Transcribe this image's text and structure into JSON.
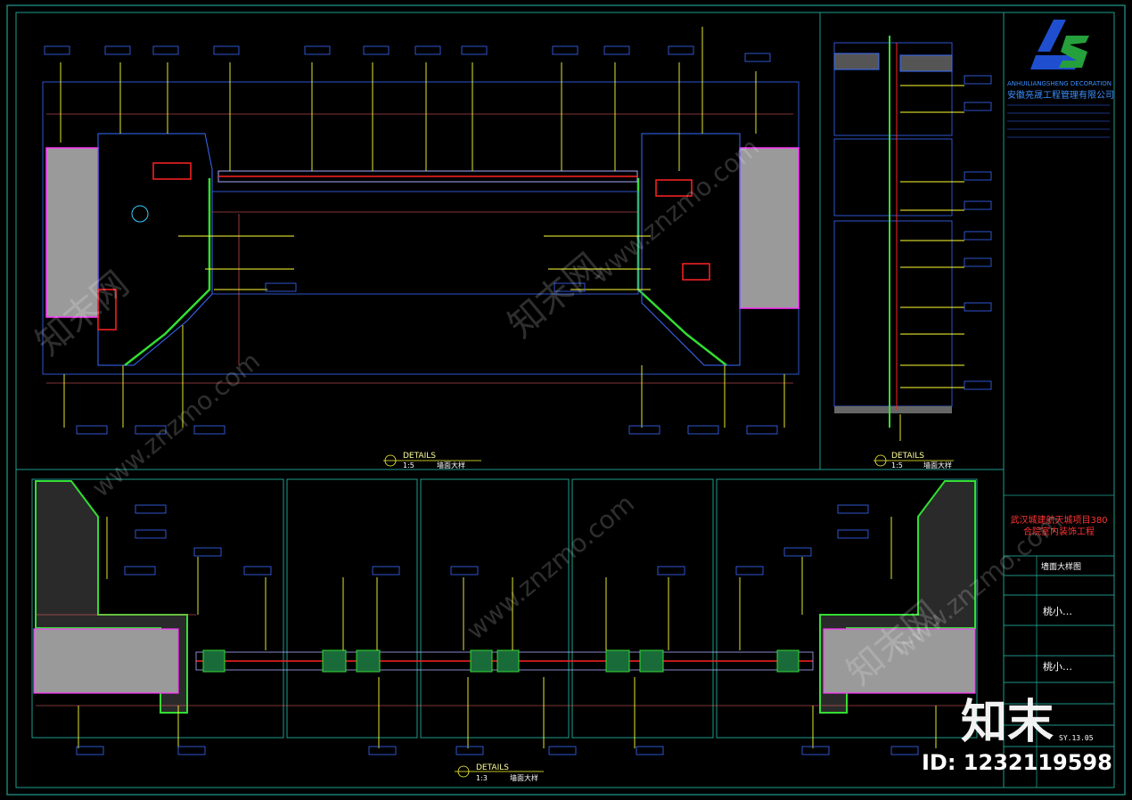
{
  "company": {
    "name_en": "ANHUILIANGSHENG DECORATION",
    "name_cn": "安徽亮晟工程管理有限公司"
  },
  "title_block": {
    "project": "武汉城建航天城项目380合院室内装饰工程",
    "drawing_name": "墙面大样图",
    "drawing_no": "SY.13.05",
    "signature": "桃小…"
  },
  "details": [
    {
      "label": "DETAILS",
      "scale": "1:5",
      "title": "墙面大样"
    },
    {
      "label": "DETAILS",
      "scale": "1:5",
      "title": "墙面大样"
    },
    {
      "label": "DETAILS",
      "scale": "1:3",
      "title": "墙面大样"
    }
  ],
  "watermark": {
    "brand": "知末",
    "site": "www.znzmo.com",
    "site_cn": "知末网",
    "id": "ID: 1232119598"
  },
  "colors": {
    "background": "#000000",
    "frame": "#1e9c8e",
    "lines": "#3a6bff",
    "leader": "#ffff33",
    "wall": "#9a9a9a",
    "green": "#33dd33",
    "red": "#ff2222",
    "magenta": "#ff33ff",
    "logo_blue": "#1f4fcf",
    "logo_green": "#26a03c"
  }
}
